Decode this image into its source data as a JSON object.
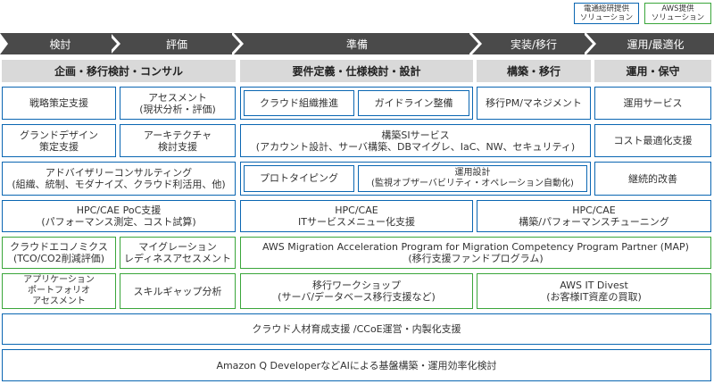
{
  "legend": [
    {
      "label": "電通総研提供\nソリューション",
      "color": "#0a66b2"
    },
    {
      "label": "AWS提供\nソリューション",
      "color": "#3aa63a"
    }
  ],
  "phases": [
    "検討",
    "評価",
    "準備",
    "実装/移行",
    "運用/最適化"
  ],
  "subphases": [
    "企画・移行検討・コンサル",
    "要件定義・仕様検討・設計",
    "構築・移行",
    "運用・保守"
  ],
  "boxes": {
    "strategy": "戦略策定支援",
    "assessment": "アセスメント\n(現状分析・評価)",
    "cloud_org": "クラウド組織推進",
    "guideline": "ガイドライン整備",
    "migration_pm": "移行PM/マネジメント",
    "ops_service": "運用サービス",
    "grand_design": "グランドデザイン\n策定支援",
    "architecture": "アーキテクチャ\n検討支援",
    "si_service": "構築SIサービス\n(アカウント設計、サーバ構築、DBマイグレ、IaC、NW、セキュリティ)",
    "cost_opt": "コスト最適化支援",
    "advisory": "アドバイザリーコンサルティング\n(組織、統制、モダナイズ、クラウド利活用、他)",
    "prototyping": "プロトタイピング",
    "ops_design": "運用設計\n(監視オブザーバビリティ・オペレーション自動化)",
    "continuous": "継続的改善",
    "hpc_poc": "HPC/CAE PoC支援\n(パフォーマンス測定、コスト試算)",
    "hpc_it": "HPC/CAE\nITサービスメニュー化支援",
    "hpc_tuning": "HPC/CAE\n構築/パフォーマンスチューニング",
    "cloud_economics": "クラウドエコノミクス\n(TCO/CO2削減評価)",
    "migration_readiness": "マイグレーション\nレディネスアセスメント",
    "map": "AWS Migration Acceleration Program for Migration Competency Program Partner (MAP)\n(移行支援ファンドプログラム)",
    "app_portfolio": "アプリケーション\nポートフォリオ\nアセスメント",
    "skill_gap": "スキルギャップ分析",
    "workshop": "移行ワークショップ\n(サーバ/データベース移行支援など)",
    "it_divest": "AWS IT Divest\n(お客様IT資産の買取)",
    "talent": "クラウド人材育成支援 /CCoE運営・内製化支援",
    "amazon_q": "Amazon Q DeveloperなどAIによる基盤構築・運用効率化検討"
  }
}
